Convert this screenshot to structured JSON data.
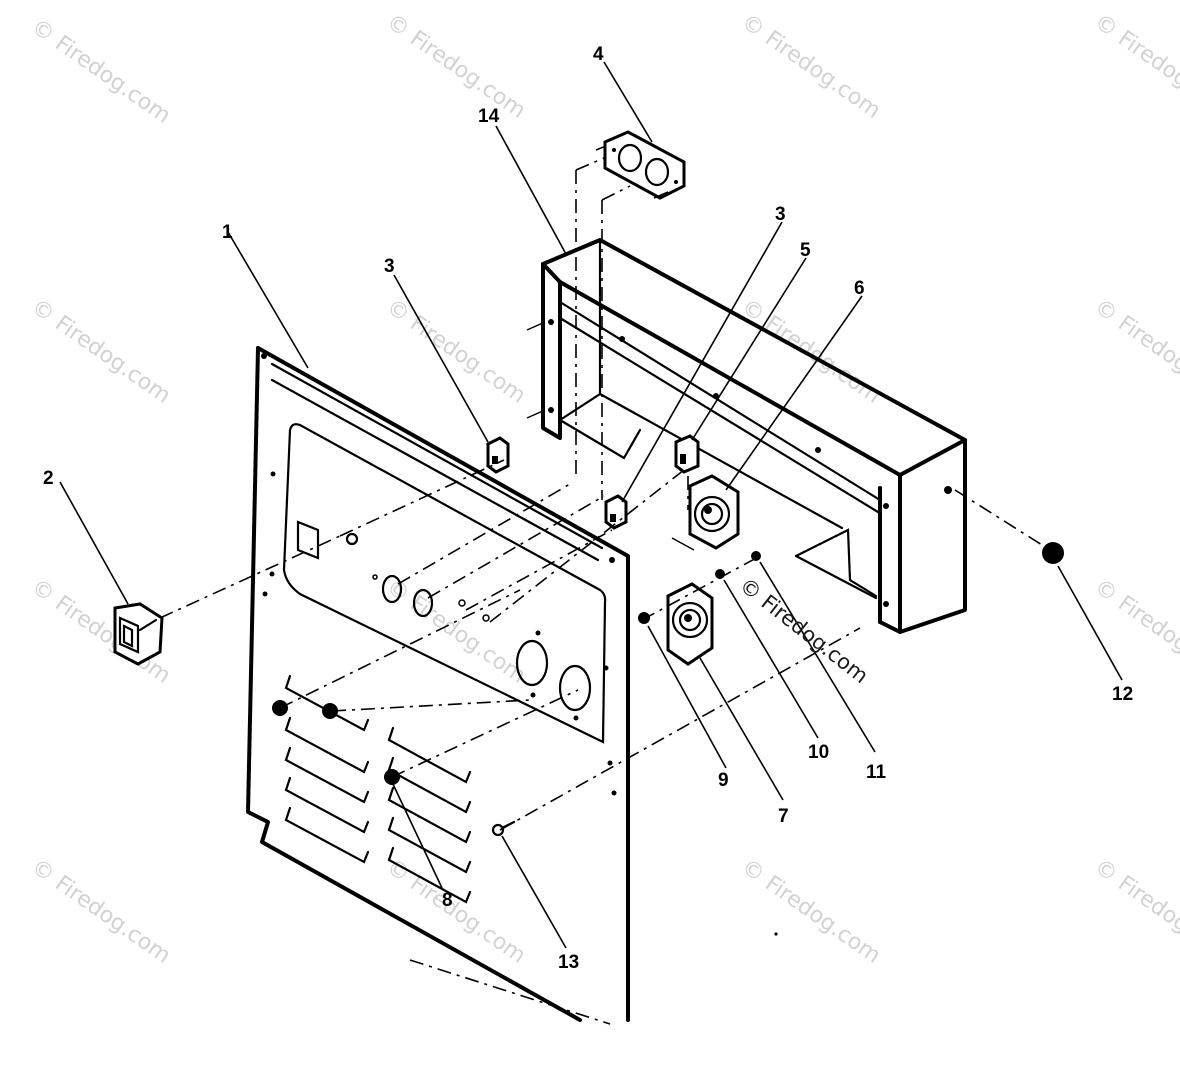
{
  "watermark": {
    "text": "© Firedog.com",
    "inline_text": "© Firedog.com"
  },
  "callouts": [
    "1",
    "2",
    "3",
    "3",
    "4",
    "5",
    "6",
    "7",
    "8",
    "9",
    "10",
    "11",
    "12",
    "13",
    "14"
  ]
}
